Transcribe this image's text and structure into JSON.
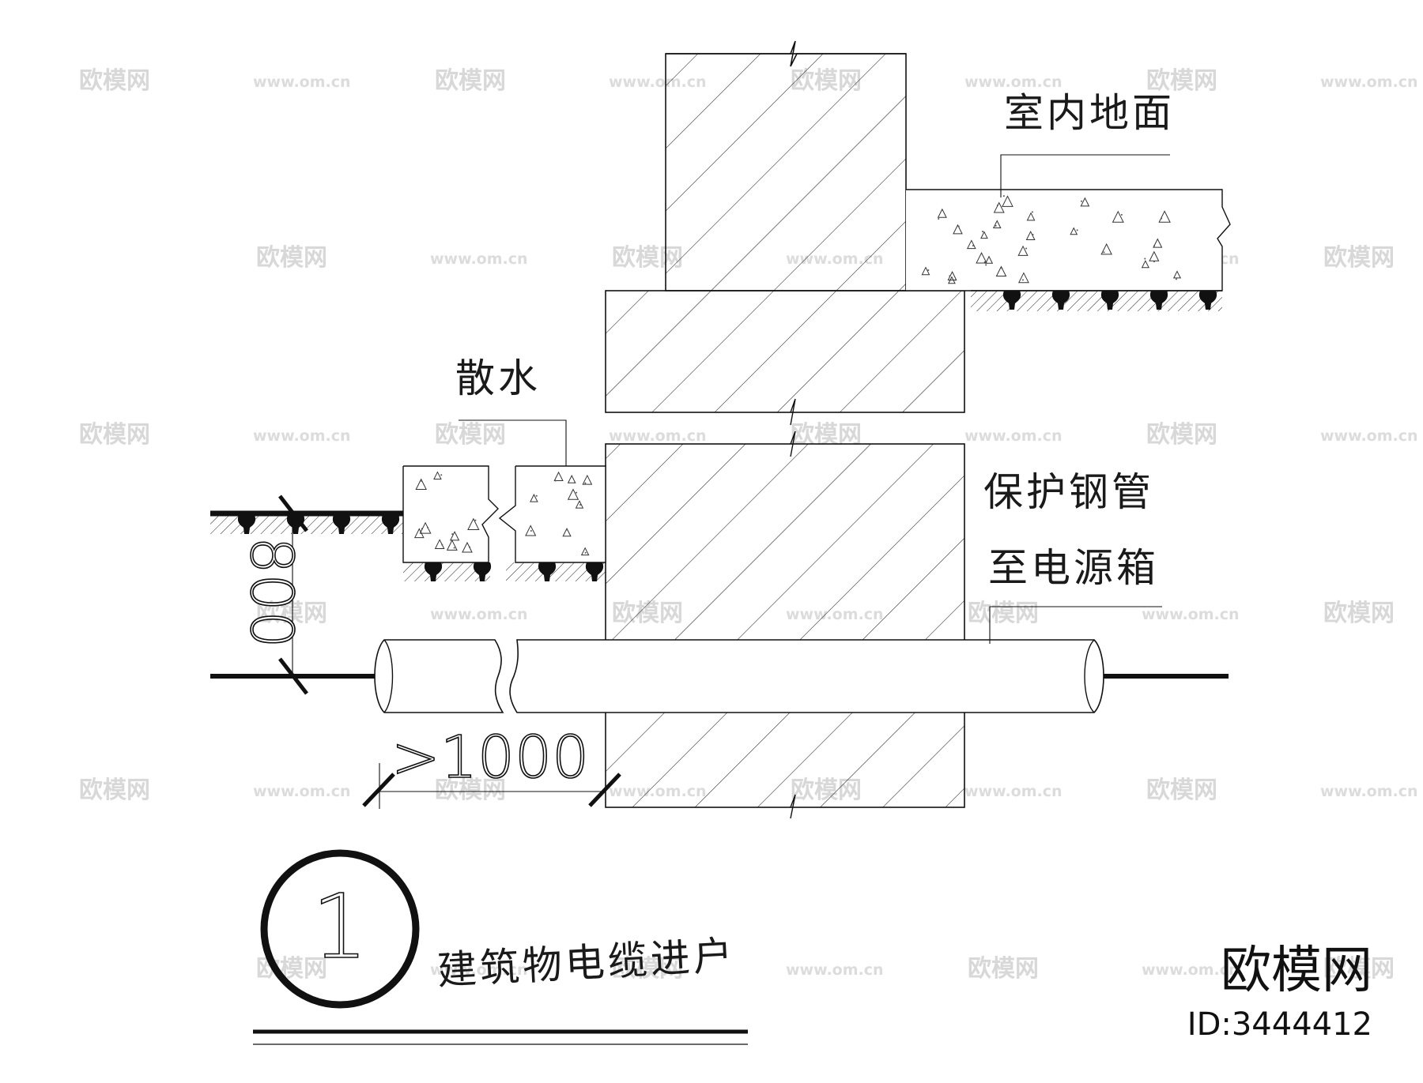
{
  "labels": {
    "indoor_floor": "室内地面",
    "apron": "散水",
    "steel_pipe": "保护钢管",
    "to_power_box": "至电源箱",
    "dim_depth": "800",
    "dim_length": ">1000",
    "detail_number": "1",
    "detail_title": "建筑物电缆进户"
  },
  "brand": {
    "logo_text": "欧模网",
    "id_text": "ID:3444412"
  },
  "watermark": {
    "text": "欧模网",
    "url": "www.om.cn"
  },
  "colors": {
    "line": "#111111",
    "background": "#ffffff",
    "watermark": "#d8d8d8"
  }
}
